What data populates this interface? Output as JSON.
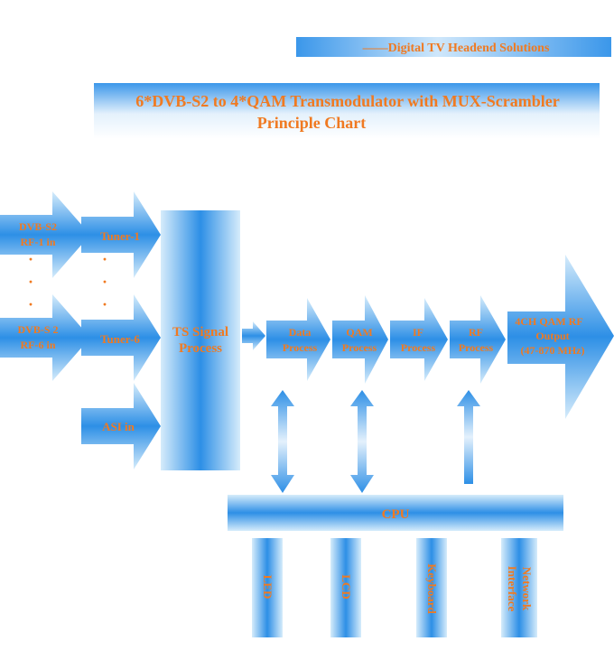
{
  "header": {
    "tagline": "——Digital TV Headend Solutions",
    "title_line1": "6*DVB-S2 to 4*QAM Transmodulator with MUX-Scrambler",
    "title_line2": "Principle Chart"
  },
  "inputs": {
    "rf1_line1": "DVB-S2",
    "rf1_line2": "RF-1 in",
    "rf6_line1": "DVB-S 2",
    "rf6_line2": "RF-6 in",
    "dots": "·"
  },
  "tuners": {
    "tuner1": "Tuner-1",
    "tuner6": "Tuner-6",
    "asi": "ASI in"
  },
  "ts": {
    "line1": "TS Signal",
    "line2": "Process"
  },
  "chain": {
    "data_line1": "Data",
    "data_line2": "Process",
    "qam_line1": "QAM",
    "qam_line2": "Process",
    "if_line1": "IF",
    "if_line2": "Process",
    "rf_line1": "RF",
    "rf_line2": "Process",
    "out_line1": "4CH QAM RF",
    "out_line2": "Output",
    "out_line3": "(47-870 MHz)"
  },
  "cpu": {
    "label": "CPU"
  },
  "peripherals": {
    "led": "LED",
    "lcd": "LCD",
    "keyboard": "Keyboard",
    "network_line1": "Network",
    "network_line2": "Interface"
  },
  "colors": {
    "accent_text": "#f07a21",
    "blue_dark": "#2d8fe6",
    "blue_light": "#d6ecfb"
  }
}
